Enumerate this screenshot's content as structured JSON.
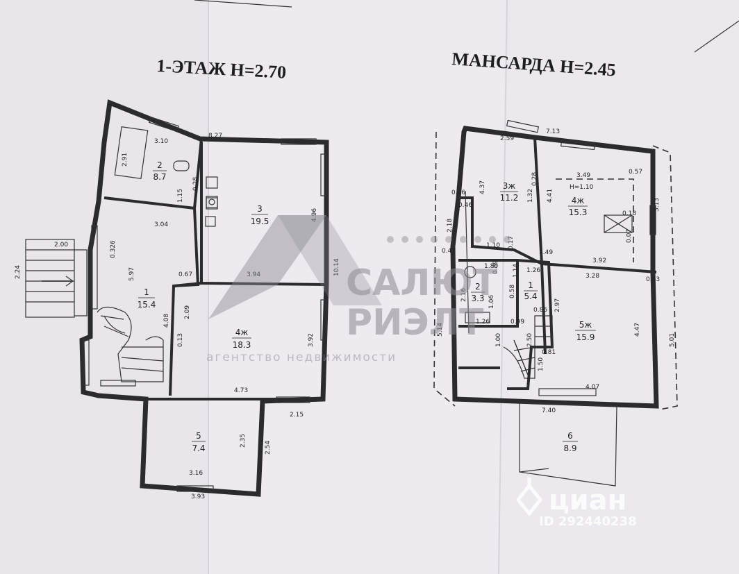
{
  "floor1": {
    "title": "1-ЭТАЖ  Н=2.70",
    "rooms": [
      {
        "num": "2",
        "area": "8.7"
      },
      {
        "num": "3",
        "area": "19.5"
      },
      {
        "num": "1",
        "area": "15.4"
      },
      {
        "num": "4ж",
        "area": "18.3"
      },
      {
        "num": "5",
        "area": "7.4"
      }
    ],
    "dims": {
      "d310": "3.10",
      "d827": "8.27",
      "d291": "2.91",
      "d304": "3.04",
      "d496": "4.96",
      "d028": "0.28",
      "d115": "1.15",
      "d200": "2.00",
      "d224": "2.24",
      "d0326": "0.326",
      "d597": "5.97",
      "d067": "0.67",
      "d394": "3.94",
      "d1014": "10.14",
      "d209": "2.09",
      "d408": "4.08",
      "d013": "0.13",
      "d392": "3.92",
      "d473": "4.73",
      "d215": "2.15",
      "d235": "2.35",
      "d254": "2.54",
      "d316": "3.16",
      "d393": "3.93"
    }
  },
  "attic": {
    "title": "МАНСАРДА  Н=2.45",
    "rooms": [
      {
        "num": "3ж",
        "area": "11.2"
      },
      {
        "num": "4ж",
        "area": "15.3"
      },
      {
        "num": "2",
        "area": "3.3"
      },
      {
        "num": "1",
        "area": "5.4"
      },
      {
        "num": "5ж",
        "area": "15.9"
      },
      {
        "num": "6",
        "area": "8.9"
      }
    ],
    "height_note": "Н=1.10",
    "dims": {
      "d259": "2.59",
      "d713": "7.13",
      "d349": "3.49",
      "d057": "0.57",
      "d046a": "0.46",
      "d437": "4.37",
      "d028": "0.28",
      "d132": "1.32",
      "d441": "4.41",
      "d313": "3.13",
      "d046b": "0.46",
      "d218": "2.18",
      "d018": "0.18",
      "d007": "0.07",
      "d043": "0.43",
      "d110": "1.10",
      "d017": "0.17",
      "d149": "1.49",
      "d392": "3.92",
      "d180": "1.80",
      "d089": "0.89",
      "d114": "1.14",
      "d126a": "1.26",
      "d328": "3.28",
      "d063": "0.63",
      "d216": "2.16",
      "d106": "1.06",
      "d058": "0.58",
      "d086": "0.86",
      "d297": "2.97",
      "d126b": "1.26",
      "d099": "0.99",
      "d514": "5.14",
      "d100": "1.00",
      "d250": "2.50",
      "d081": "0.81",
      "d150": "1.50",
      "d447": "4.47",
      "d501": "5.01",
      "d407": "4.07",
      "d740": "7.40"
    }
  },
  "watermark": {
    "brand_line1": "САЛЮТ",
    "brand_line2": "РИЭЛТ",
    "brand_sub": "агентство недвижимости"
  },
  "cian": {
    "logo": "циан",
    "id": "ID 292440238"
  }
}
